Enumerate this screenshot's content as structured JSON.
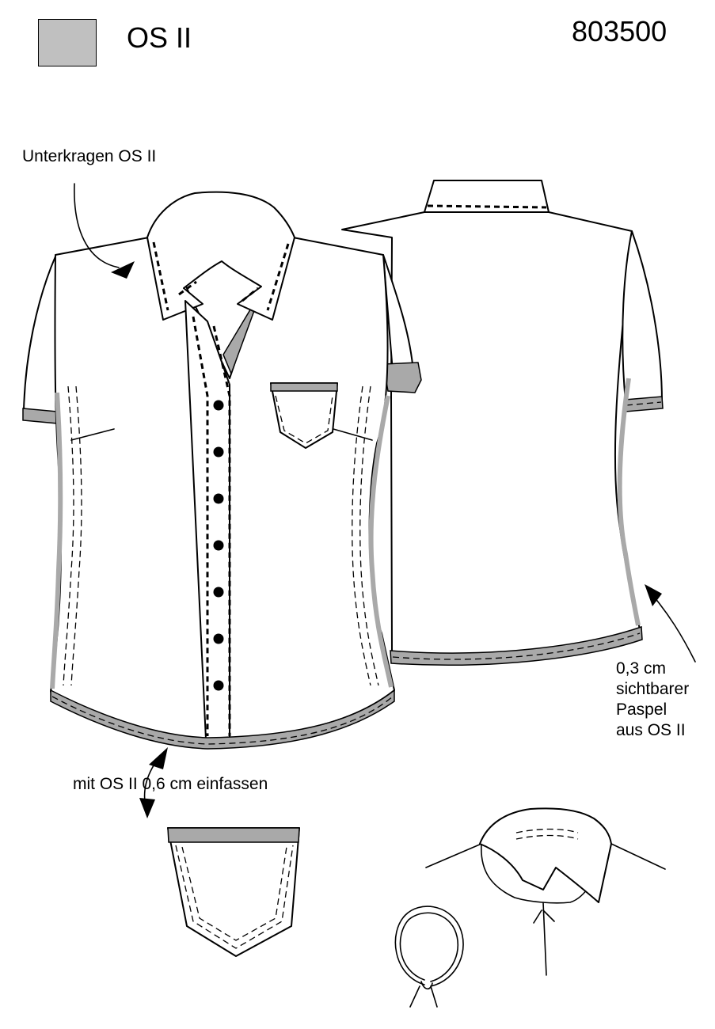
{
  "header": {
    "swatch_color": "#c0c0c0",
    "fabric_label": "OS II",
    "model_number": "803500"
  },
  "annotations": {
    "under_collar": "Unterkragen OS II",
    "piping": [
      "0,3 cm",
      "sichtbarer",
      "Paspel",
      "aus OS II"
    ],
    "binding": "mit OS II 0,6 cm einfassen"
  },
  "colors": {
    "contrast_fabric": "#a9a9a9",
    "outline": "#000000"
  }
}
